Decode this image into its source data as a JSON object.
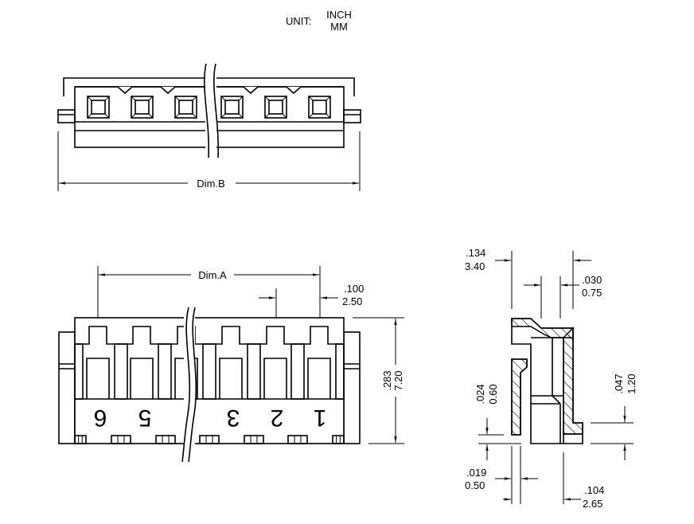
{
  "unit": {
    "label": "UNIT:",
    "primary": "INCH",
    "secondary": "MM"
  },
  "top_view": {
    "dim_label": "Dim.B",
    "cavity_count": 6
  },
  "front_view": {
    "dim_label": "Dim.A",
    "pitch": {
      "inch": ".100",
      "mm": "2.50"
    },
    "height": {
      "inch": ".283",
      "mm": "7.20"
    },
    "pin_numbers": [
      "6",
      "5",
      "3",
      "2",
      "1"
    ]
  },
  "side_view": {
    "width": {
      "inch": ".134",
      "mm": "3.40"
    },
    "wall": {
      "inch": ".030",
      "mm": "0.75"
    },
    "flange_height": {
      "inch": ".024",
      "mm": "0.60"
    },
    "step_height": {
      "inch": ".047",
      "mm": "1.20"
    },
    "foot_width": {
      "inch": ".019",
      "mm": "0.50"
    },
    "base_width": {
      "inch": ".104",
      "mm": "2.65"
    }
  }
}
